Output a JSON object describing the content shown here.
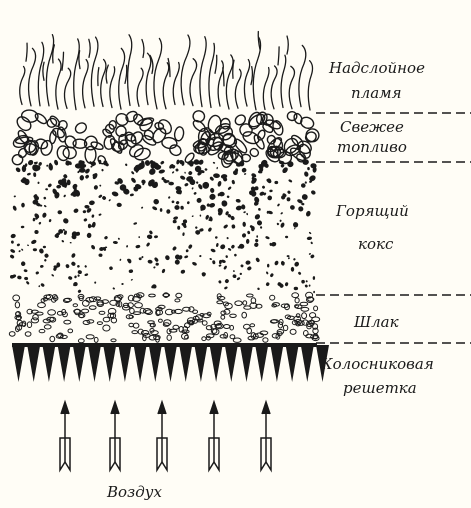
{
  "labels": {
    "flame_line1": "Надслойное",
    "flame_line2": "пламя",
    "fresh_line1": "Свежее",
    "fresh_line2": "топливо",
    "coke_line1": "Горящий",
    "coke_line2": "кокс",
    "slag": "Шлак",
    "grate_line1": "Колосниковая",
    "grate_line2": "решетка",
    "air": "Воздух"
  },
  "colors": {
    "ink": "#1a1a1a",
    "paper": "#fffdf6"
  }
}
